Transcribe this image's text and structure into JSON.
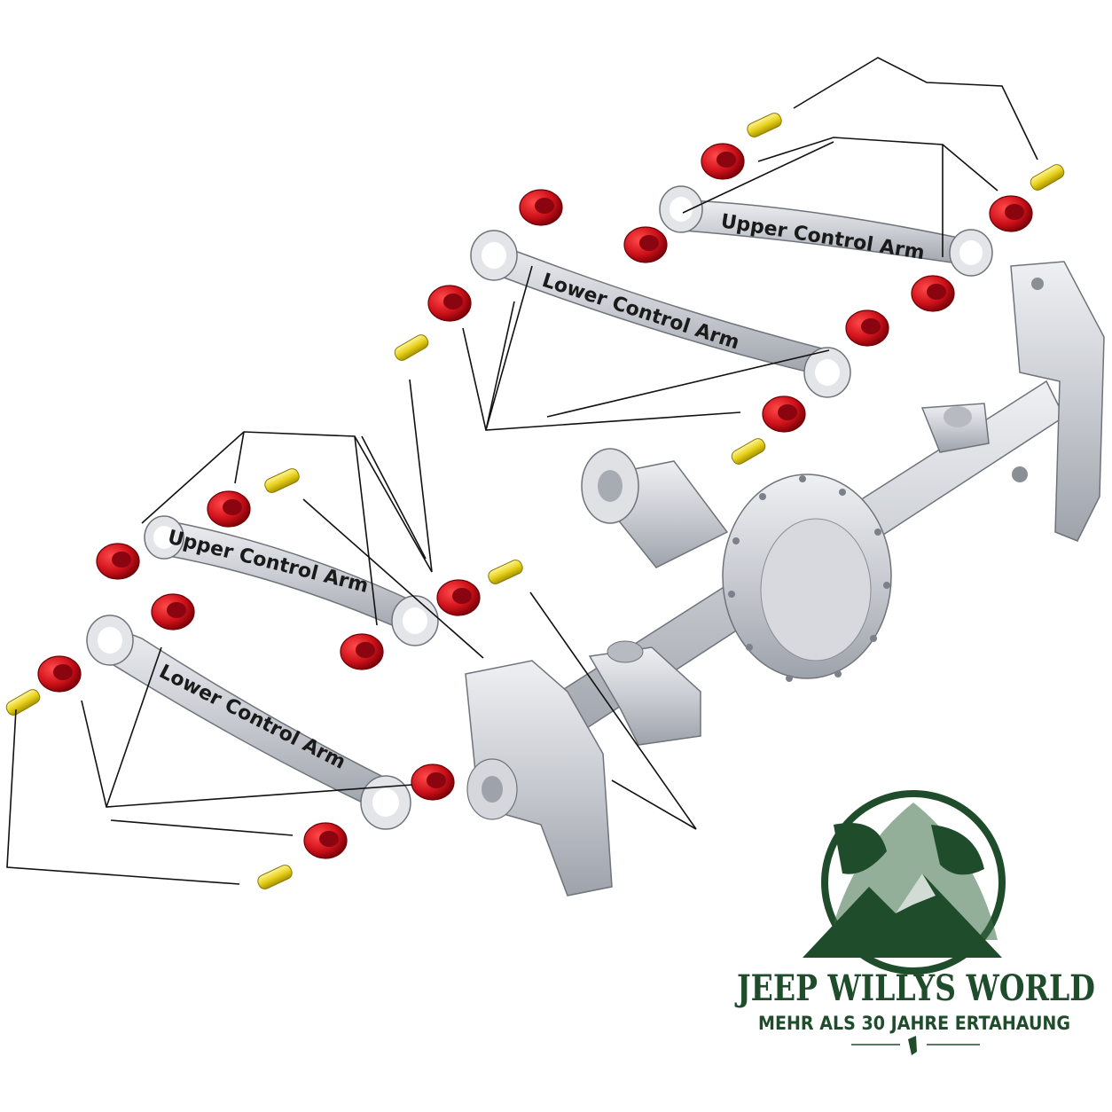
{
  "labels": {
    "upper_arm_right": "Upper Control Arm",
    "lower_arm_right": "Lower Control Arm",
    "upper_arm_left": "Upper Control Arm",
    "lower_arm_left": "Lower Control Arm"
  },
  "brand": {
    "name": "JEEP WILLYS WORLD",
    "tagline": "MEHR ALS 30 JAHRE ERTAHAUNG"
  },
  "colors": {
    "bushing": "#d0121b",
    "sleeve": "#e8d21c",
    "metal": "#c9ccd2",
    "brand_green": "#1f4d2b"
  }
}
